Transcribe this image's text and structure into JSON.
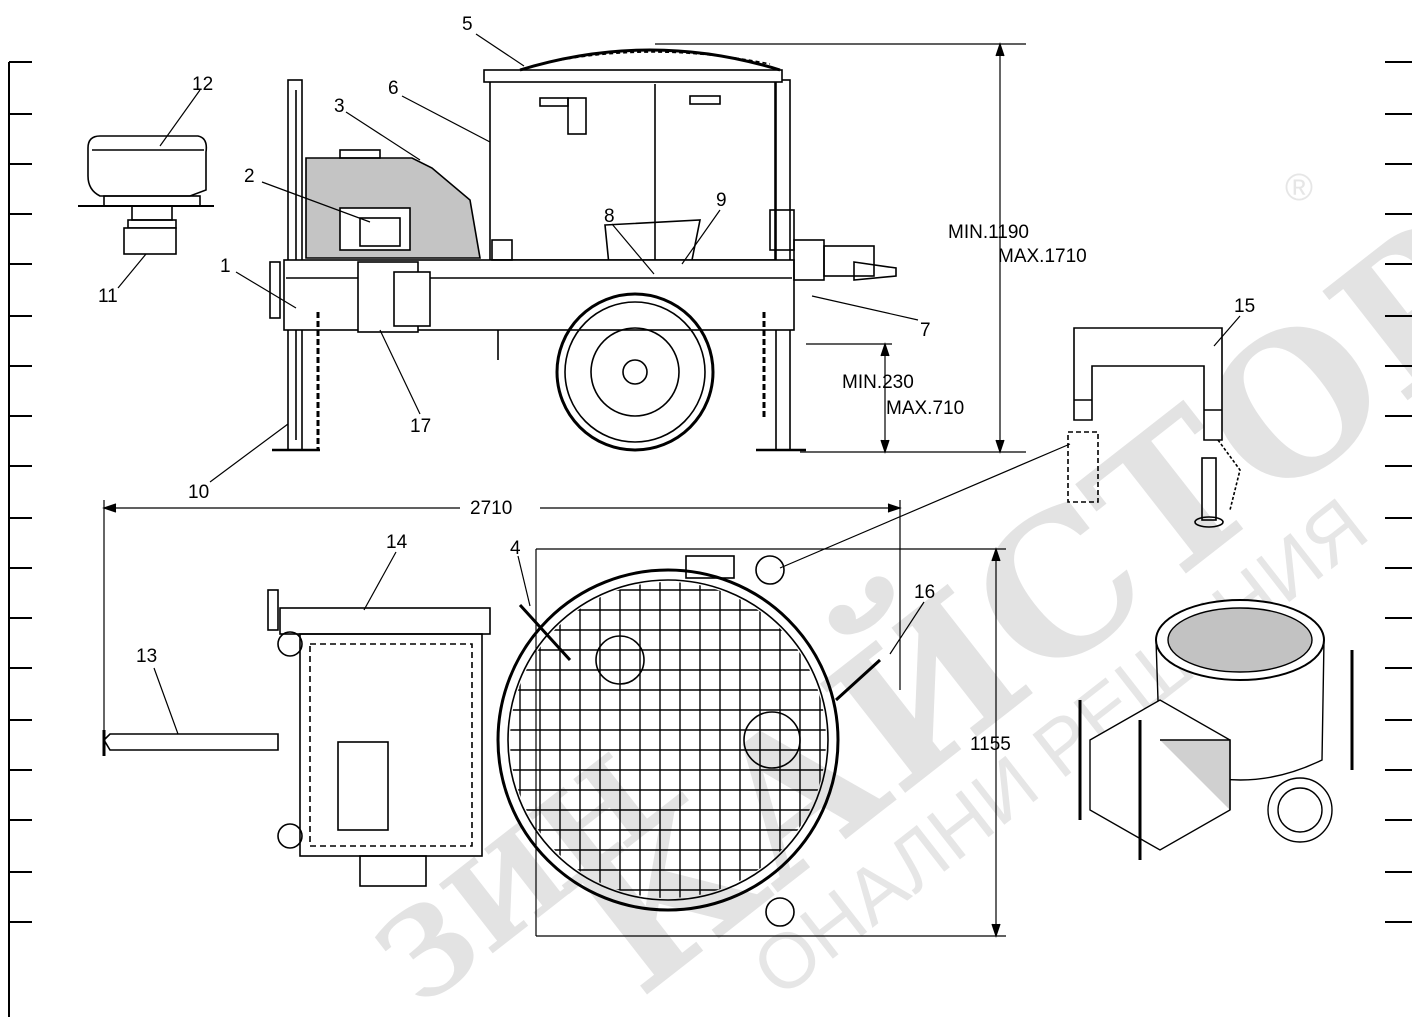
{
  "callouts": {
    "c1": "1",
    "c2": "2",
    "c3": "3",
    "c4": "4",
    "c5": "5",
    "c6": "6",
    "c7": "7",
    "c8": "8",
    "c9": "9",
    "c10": "10",
    "c11": "11",
    "c12": "12",
    "c13": "13",
    "c14": "14",
    "c15": "15",
    "c16": "16",
    "c17": "17"
  },
  "dimensions": {
    "height_min": "MIN.1190",
    "height_max": "MAX.1710",
    "clearance_min": "MIN.230",
    "clearance_max": "MAX.710",
    "length": "2710",
    "width": "1155"
  },
  "watermark": {
    "main": "КАЙСТОРА",
    "left": "ЗИН",
    "sub": "ОНАЛНИ РЕШЕНИЯ",
    "registered": "®"
  },
  "colors": {
    "line": "#000000",
    "watermark": "#e3e3e3"
  }
}
